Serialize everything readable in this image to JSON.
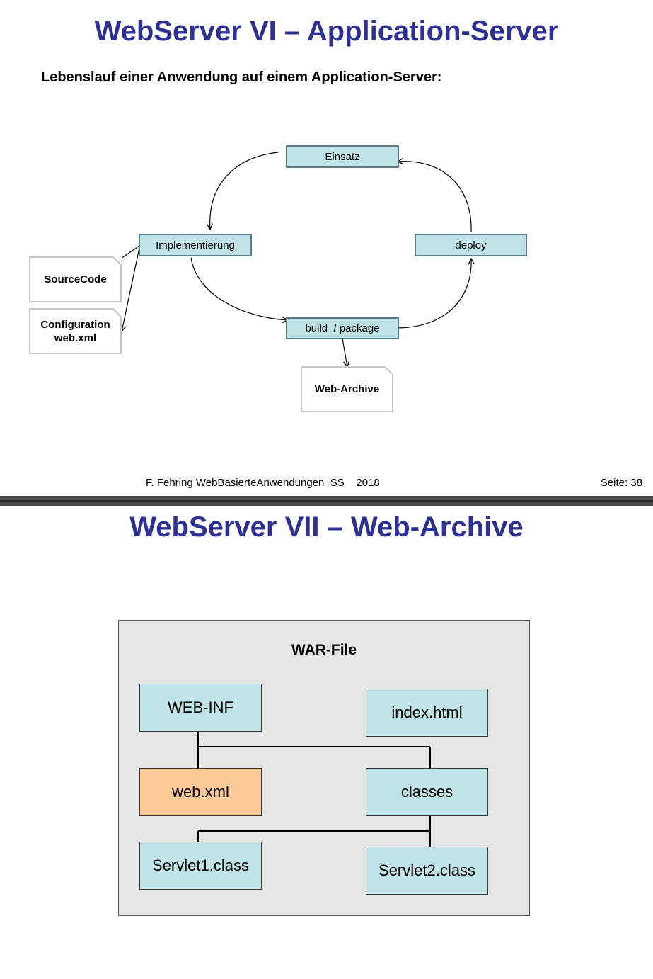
{
  "slide1": {
    "title": "WebServer VI – Application-Server",
    "subtitle": "Lebenslauf einer Anwendung auf einem Application-Server:",
    "boxes": {
      "einsatz": "Einsatz",
      "implementierung": "Implementierung",
      "deploy": "deploy",
      "build": "build  / package"
    },
    "documents": {
      "sourcecode": "SourceCode",
      "config_line1": "Configuration",
      "config_line2": "web.xml",
      "webarchive": "Web-Archive"
    },
    "footer": {
      "center": "F. Fehring WebBasierteAnwendungen  SS    2018",
      "page": "Seite: 38"
    }
  },
  "slide2": {
    "title": "WebServer VII – Web-Archive",
    "war_title": "WAR-File",
    "boxes": {
      "webinf": "WEB-INF",
      "index": "index.html",
      "webxml": "web.xml",
      "classes": "classes",
      "servlet1": "Servlet1.class",
      "servlet2": "Servlet2.class"
    }
  },
  "colors": {
    "title": "#2e3191",
    "box_fill": "#bfe3e6",
    "box_border": "#5b7b86",
    "webxml_fill": "#fcc998",
    "war_bg": "#e6e6e6",
    "divider": "#4a4a4a"
  }
}
